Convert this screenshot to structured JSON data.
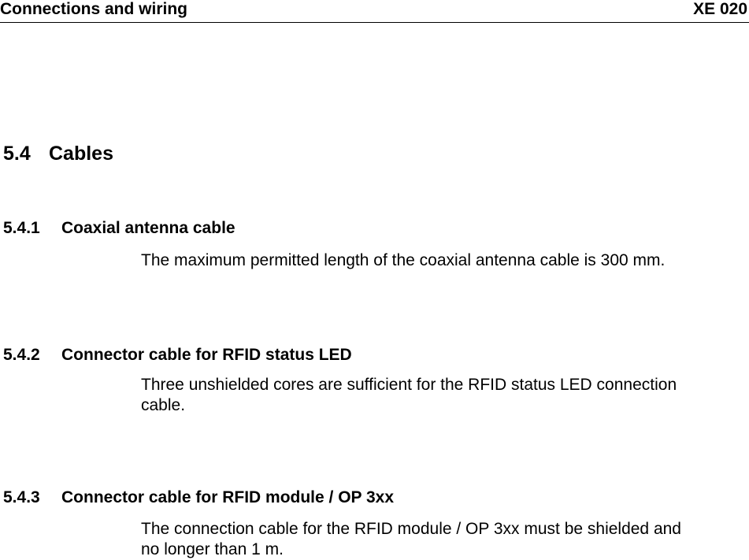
{
  "header": {
    "title": "Connections and wiring",
    "doc_id": "XE 020"
  },
  "section": {
    "number": "5.4",
    "title": "Cables"
  },
  "subsections": [
    {
      "number": "5.4.1",
      "title": "Coaxial antenna cable",
      "text": "The maximum permitted length of the coaxial antenna cable is 300 mm."
    },
    {
      "number": "5.4.2",
      "title": "Connector cable for RFID status LED",
      "text_line1": "Three unshielded cores are sufficient for the RFID status LED connection",
      "text_line2": "cable."
    },
    {
      "number": "5.4.3",
      "title": "Connector cable for RFID module / OP 3xx",
      "text_line1": "The connection cable for the RFID module / OP 3xx must be shielded and",
      "text_line2": "no longer than 1 m."
    }
  ]
}
